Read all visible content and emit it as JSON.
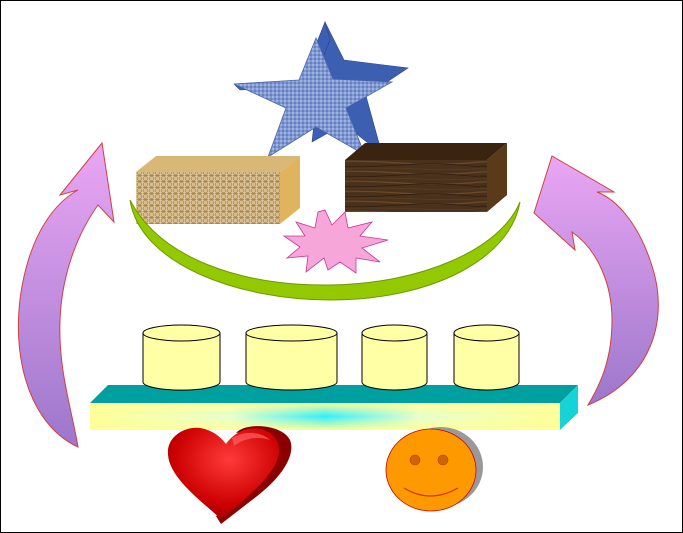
{
  "diagram": {
    "kind": "clip-art shapes composition",
    "elements": [
      {
        "name": "star",
        "shape": "star-5",
        "fill": "textured-blue"
      },
      {
        "name": "burlap-block",
        "shape": "rectangular-block",
        "fill": "burlap"
      },
      {
        "name": "wood-block",
        "shape": "rectangular-block",
        "fill": "dark-wood"
      },
      {
        "name": "explosion-burst",
        "shape": "burst",
        "fill": "pink"
      },
      {
        "name": "green-arc",
        "shape": "moon-arc",
        "fill": "green"
      },
      {
        "name": "cylinders",
        "shape": "cylinder",
        "count": 4,
        "fill": "light-yellow"
      },
      {
        "name": "platform",
        "shape": "beveled-slab",
        "fill": "yellow-teal"
      },
      {
        "name": "heart",
        "shape": "heart-3d",
        "fill": "red"
      },
      {
        "name": "smiley-face",
        "shape": "smiley",
        "fill": "orange"
      },
      {
        "name": "curved-arrow-left",
        "shape": "curved-arrow",
        "direction": "up"
      },
      {
        "name": "curved-arrow-right",
        "shape": "curved-arrow",
        "direction": "up"
      }
    ]
  },
  "colors": {
    "star_face": "#7c95cf",
    "star_side": "#3c5fb0",
    "burlap": "#cfb589",
    "burlap_side": "#dcb462",
    "wood": "#4a321c",
    "wood_top": "#3a2410",
    "burst": "#f6a5d8",
    "arc": "#92c800",
    "cylinder": "#ffffa6",
    "platform_top": "#00a0a0",
    "platform_front": "#ffff99",
    "platform_glow": "#2ef0ff",
    "heart": "#cc0000",
    "smiley": "#ff9900",
    "arrow_light": "#e9a3f2",
    "arrow_dark": "#a479cf",
    "outline": "#000000",
    "background": "#ffffff"
  }
}
